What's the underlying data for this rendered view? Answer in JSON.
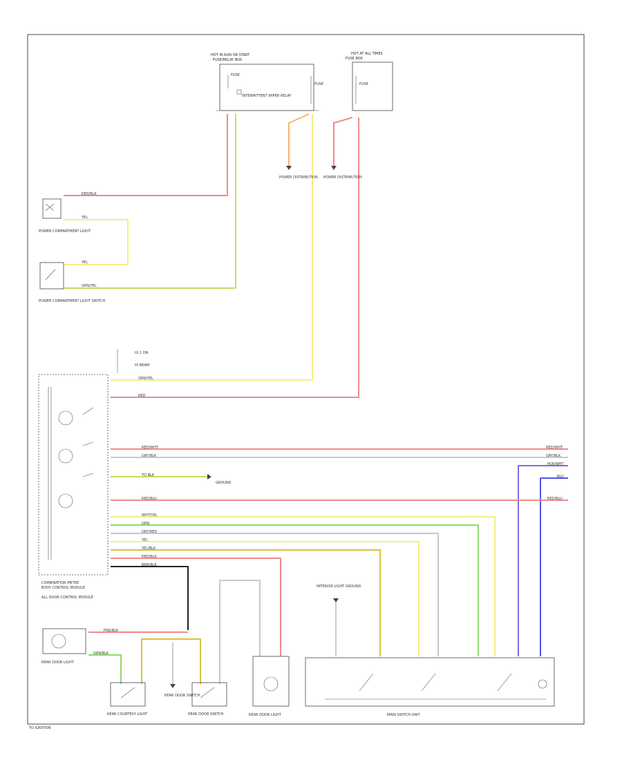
{
  "colors": {
    "red": "#f08a8a",
    "yellow": "#f2ee86",
    "orange": "#f5b56a",
    "green": "#8fd96a",
    "lightgreen": "#c9ee8c",
    "ygreen": "#c8dc60",
    "gray": "#c8c8c8",
    "purple": "#7a6ae0",
    "blue": "#4a58e8",
    "black": "#222222",
    "gold": "#d6c23a",
    "outline": "#444444"
  },
  "labels": {
    "fusebox_a": "HOT IN RUN OR START",
    "fusebox_a2": "FUSE/RELAY BOX",
    "fusebox_b": "HOT AT ALL TIMES",
    "fusebox_b2": "FUSE BOX",
    "fuse_a": "FUSE",
    "fuse_b": "FUSE",
    "fuse_c": "FUSE",
    "relay": "INTERMITTENT WIPER RELAY",
    "dist_a": "POWER DISTRIBUTION",
    "dist_b": "POWER DISTRIBUTION",
    "map_lamp": "POWER COMPARTMENT LIGHT",
    "map_switch": "POWER COMPARTMENT LIGHT SWITCH",
    "cluster": "COMBINATION METER",
    "lighting_module": "BODY CONTROL MODULE",
    "ground_a": "GROUND",
    "rear_light": "REAR DOOR LIGHT",
    "lamp_left": "REAR COURTESY LIGHT",
    "sw_left": "REAR DOOR SWITCH",
    "sw_center": "REAR DOOR SWITCH",
    "lamp_right": "REAR DOOR LIGHT",
    "switch_unit": "MAIN SWITCH UNIT",
    "ground_b": "INTERIOR LIGHT GROUND",
    "ground_c": "ALL DOOR CONTROL MODULE",
    "footer": "TO IGNITION"
  },
  "wires": {
    "w_red1": "RED/BLK",
    "w_ylw1": "YEL",
    "w_ylw2": "YEL",
    "w_grn1": "GRN/YEL",
    "w_orn1": "ORN/YEL",
    "w_red2": "RED",
    "w_red3": "RED/WHT",
    "w_gry1": "GRY/BLK",
    "w_gry2": "GRY/BLK",
    "w_pur1": "PUR/WHT",
    "w_blu1": "BLU",
    "w_red4": "RED/BLU",
    "w_ylw3": "WHT/YEL",
    "w_grn2": "GRN",
    "w_gry3": "GRY/RED",
    "w_ylw4": "YEL",
    "w_gold": "YEL/BLK",
    "w_red5": "RED/BLK",
    "w_blk": "BRN/BLK",
    "w_red6": "PNK/BLK",
    "w_grn3": "GRN/BLK",
    "w_misc1": "IG 1 ON",
    "w_misc2": "HI BEAM",
    "w_misc3": "TO BLK"
  }
}
